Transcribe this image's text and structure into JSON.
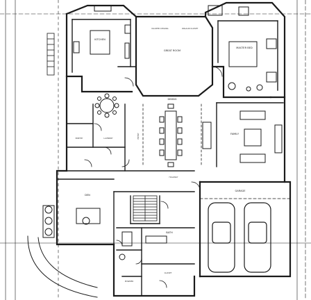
{
  "plan": {
    "rooms": [
      {
        "name": "kitchen-label",
        "text": "KITCHEN"
      },
      {
        "name": "great-room-label",
        "text": "GREAT ROOM"
      },
      {
        "name": "master-bed-label",
        "text": "MASTER BED"
      },
      {
        "name": "family-label",
        "text": "FAMILY"
      },
      {
        "name": "dining-label",
        "text": "DINING"
      },
      {
        "name": "den-label",
        "text": "DEN"
      },
      {
        "name": "garage-label",
        "text": "GARAGE"
      },
      {
        "name": "bath-label",
        "text": "BATH"
      },
      {
        "name": "closet-label",
        "text": "CLOSET"
      },
      {
        "name": "laundry-label",
        "text": "LAUNDRY"
      },
      {
        "name": "pantry-label",
        "text": "PANTRY"
      },
      {
        "name": "hall-label",
        "text": "HALLWAY"
      },
      {
        "name": "entry-label",
        "text": "ENTRY"
      },
      {
        "name": "powder-label",
        "text": "POWDER"
      }
    ],
    "notes": [
      {
        "name": "note-great-room",
        "text": "VAULTED CEILING"
      },
      {
        "name": "note-master",
        "text": "WALK-IN CLOSET"
      }
    ]
  },
  "colors": {
    "line": "#1a1a1a",
    "light": "#7a7a7a",
    "paper": "#ffffff"
  }
}
